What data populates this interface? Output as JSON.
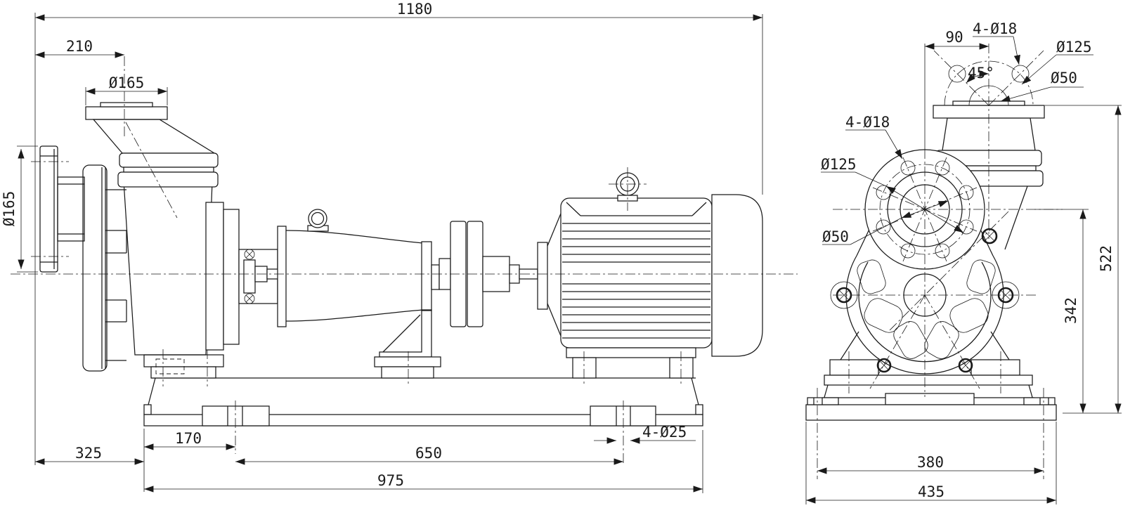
{
  "colors": {
    "line": "#1a1a1a",
    "background": "#ffffff"
  },
  "side_view": {
    "overall_length": "1180",
    "suction_face_to_discharge_axis": "210",
    "discharge_flange_od": "Ø165",
    "suction_flange_od": "Ø165",
    "base_edge_to_slot": "170",
    "suction_face_to_base": "325",
    "slot_spacing": "650",
    "base_length": "975",
    "base_slots": "4-Ø25"
  },
  "end_view": {
    "discharge_axis_offset": "90",
    "discharge_bolt_holes": "4-Ø18",
    "discharge_bolt_circle": "Ø125",
    "discharge_bore": "Ø50",
    "discharge_bolt_angle": "45°",
    "suction_bolt_holes": "4-Ø18",
    "suction_bolt_circle": "Ø125",
    "suction_bore": "Ø50",
    "overall_height": "522",
    "axis_height": "342",
    "anchor_slot_spacing": "380",
    "base_width": "435"
  }
}
